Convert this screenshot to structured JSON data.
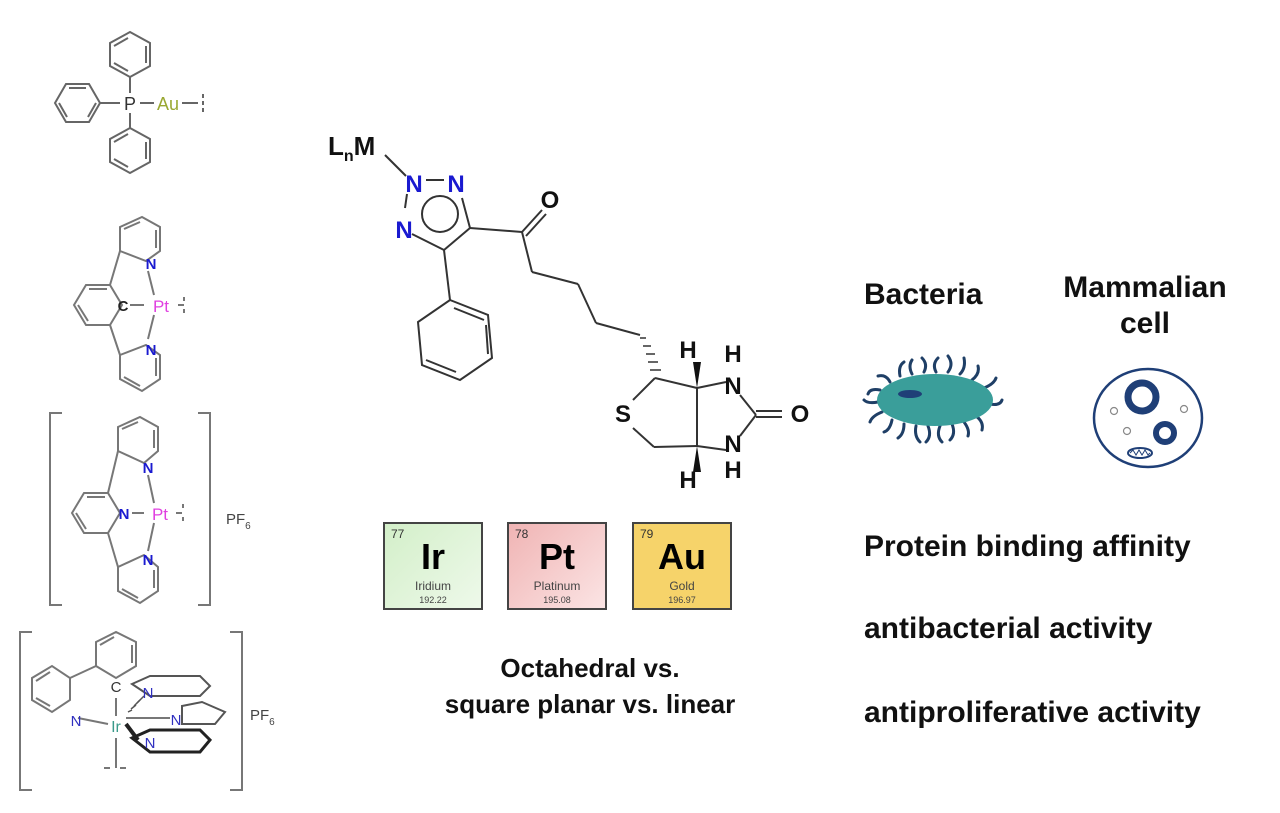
{
  "complexes": {
    "au": {
      "metal": "Au",
      "ligand_atom": "P",
      "colors": {
        "metal": "#9aa832"
      }
    },
    "pt_cnn": {
      "metal": "Pt",
      "donors": [
        "N",
        "C",
        "N"
      ],
      "colors": {
        "metal": "#e040e0",
        "n": "#1a1ad0"
      }
    },
    "pt_nnn": {
      "metal": "Pt",
      "donors": [
        "N",
        "N",
        "N"
      ],
      "counterion": "PF",
      "counterion_sub": "6",
      "colors": {
        "metal": "#e040e0",
        "n": "#1a1ad0"
      }
    },
    "ir": {
      "metal": "Ir",
      "donors": [
        "C",
        "N",
        "N",
        "N",
        "N"
      ],
      "counterion": "PF",
      "counterion_sub": "6",
      "colors": {
        "metal": "#3a9a8a",
        "n": "#3030c0"
      }
    }
  },
  "ligand": {
    "lnm_main": "L",
    "lnm_sub": "n",
    "lnm_tail": "M",
    "triazole_n": [
      "N",
      "N",
      "N"
    ],
    "ketone_o": "O",
    "sulfur": "S",
    "urea_o": "O",
    "nh_n": [
      "N",
      "N"
    ],
    "h_labels": [
      "H",
      "H",
      "H",
      "H"
    ],
    "colors": {
      "nitrogen": "#1a1ad0"
    }
  },
  "elements": [
    {
      "number": "77",
      "symbol": "Ir",
      "name": "Iridium",
      "mass": "192.22",
      "color": "#dff3d8"
    },
    {
      "number": "78",
      "symbol": "Pt",
      "name": "Platinum",
      "mass": "195.08",
      "color": "#f3c6c6"
    },
    {
      "number": "79",
      "symbol": "Au",
      "name": "Gold",
      "mass": "196.97",
      "color": "#f6d36a"
    }
  ],
  "geometry_caption": {
    "line1": "Octahedral vs.",
    "line2": "square planar vs. linear"
  },
  "targets": {
    "bacteria": {
      "label": "Bacteria",
      "body_color": "#3a9e9a",
      "flagella_color": "#1f3f66"
    },
    "mammalian": {
      "label_line1": "Mammalian",
      "label_line2": "cell",
      "color": "#1f3f77"
    }
  },
  "activities": [
    "Protein binding affinity",
    "antibacterial activity",
    "antiproliferative activity"
  ]
}
